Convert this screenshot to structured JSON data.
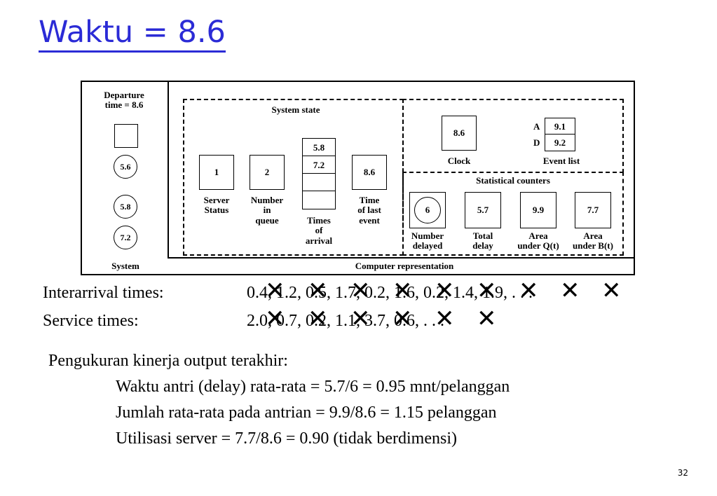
{
  "title": "Waktu = 8.6",
  "figure": {
    "departure_label": "Departure\ntime = 8.6",
    "system_customers": [
      "5.6",
      "5.8",
      "7.2"
    ],
    "system_label": "System",
    "system_state_label": "System state",
    "server_status": {
      "value": "1",
      "label": "Server\nStatus"
    },
    "number_in_queue": {
      "value": "2",
      "label": "Number\nin\nqueue"
    },
    "times_of_arrival": {
      "values": [
        "5.8",
        "7.2",
        "",
        ""
      ],
      "label": "Times\nof\narrival"
    },
    "time_of_last_event": {
      "value": "8.6",
      "label": "Time\nof last\nevent"
    },
    "clock": {
      "value": "8.6",
      "label": "Clock"
    },
    "event_list": {
      "label": "Event list",
      "rows": [
        {
          "key": "A",
          "value": "9.1"
        },
        {
          "key": "D",
          "value": "9.2"
        }
      ]
    },
    "statistical_counters_label": "Statistical counters",
    "counters": [
      {
        "value": "6",
        "label": "Number\ndelayed"
      },
      {
        "value": "5.7",
        "label": "Total\ndelay"
      },
      {
        "value": "9.9",
        "label": "Area\nunder Q(t)"
      },
      {
        "value": "7.7",
        "label": "Area\nunder B(t)"
      }
    ],
    "computer_representation_label": "Computer representation"
  },
  "interarrival": {
    "label": "Interarrival times:",
    "values": "0.4, 1.2, 0.5, 1.7, 0.2, 1.6, 0.2, 1.4, 1.9, . . ."
  },
  "service": {
    "label": "Service times:",
    "values": "2.0, 0.7, 0.2, 1.1, 3.7, 0.6, . . ."
  },
  "performance": {
    "heading": "Pengukuran kinerja output terakhir:",
    "items": [
      "Waktu antri (delay) rata-rata = 5.7/6 = 0.95 mnt/pelanggan",
      "Jumlah rata-rata pada antrian = 9.9/8.6 = 1.15 pelanggan",
      "Utilisasi server = 7.7/8.6 = 0.90 (tidak berdimensi)"
    ]
  },
  "page_number": "32"
}
